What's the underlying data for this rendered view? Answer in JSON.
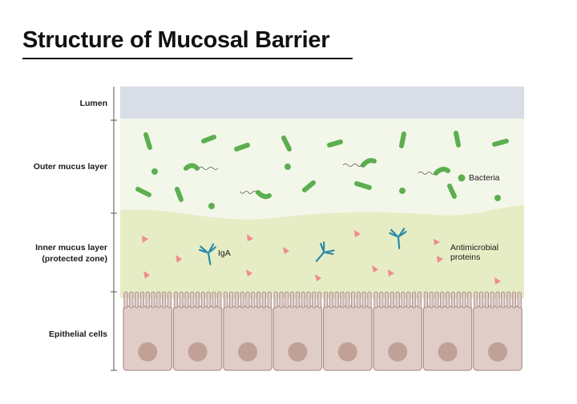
{
  "title": "Structure of Mucosal Barrier",
  "layers": {
    "lumen": "Lumen",
    "outer_mucus": "Outer mucus layer",
    "inner_mucus_line1": "Inner mucus layer",
    "inner_mucus_line2": "(protected zone)",
    "epithelial": "Epithelial cells"
  },
  "annotations": {
    "bacteria": "Bacteria",
    "iga": "IgA",
    "amp_line1": "Antimicrobial",
    "amp_line2": "proteins"
  },
  "colors": {
    "lumen": "#d9dde6",
    "outer_mucus": "#f3f7ea",
    "inner_mucus": "#e6edc4",
    "cell_fill": "#e0cdc7",
    "nucleus": "#c1a197",
    "bacteria": "#5caf4f",
    "antibody": "#2c8aa8",
    "peptide": "#ef8c8f"
  }
}
